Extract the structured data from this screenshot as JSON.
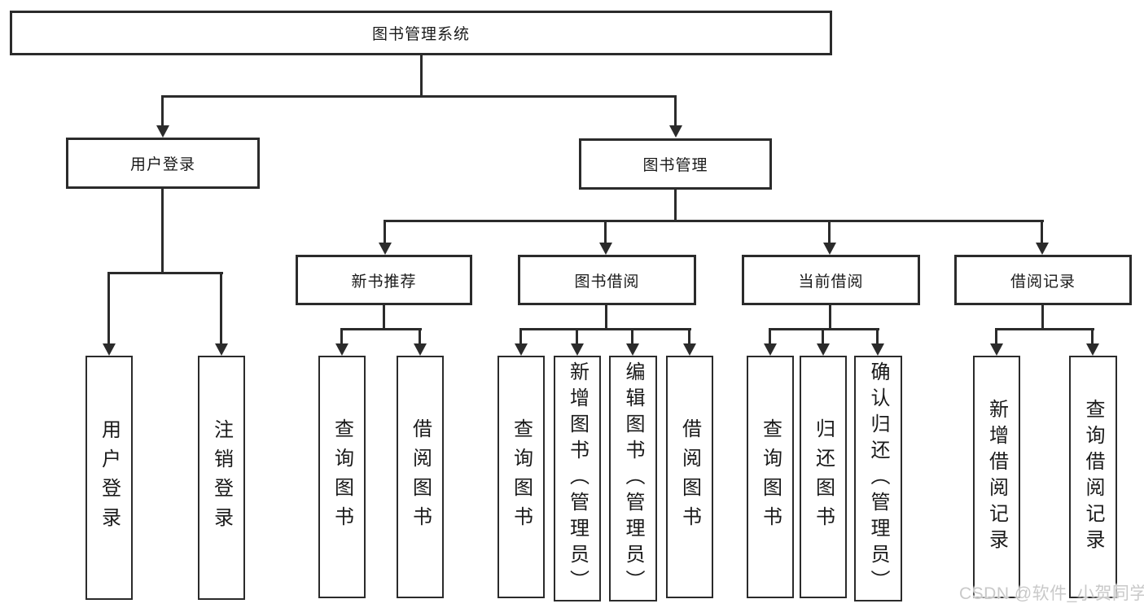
{
  "tree": {
    "root": {
      "label": "图书管理系统"
    },
    "children": [
      {
        "label": "用户登录",
        "children": [
          {
            "label": "用户登录"
          },
          {
            "label": "注销登录"
          }
        ]
      },
      {
        "label": "图书管理",
        "children": [
          {
            "label": "新书推荐",
            "children": [
              {
                "label": "查询图书"
              },
              {
                "label": "借阅图书"
              }
            ]
          },
          {
            "label": "图书借阅",
            "children": [
              {
                "label": "查询图书"
              },
              {
                "label": "新增图书（管理员）"
              },
              {
                "label": "编辑图书（管理员）"
              },
              {
                "label": "借阅图书"
              }
            ]
          },
          {
            "label": "当前借阅",
            "children": [
              {
                "label": "查询图书"
              },
              {
                "label": "归还图书"
              },
              {
                "label": "确认归还（管理员）"
              }
            ]
          },
          {
            "label": "借阅记录",
            "children": [
              {
                "label": "新增借阅记录"
              },
              {
                "label": "查询借阅记录"
              }
            ]
          }
        ]
      }
    ]
  },
  "watermark": {
    "text": "CSDN @软件_小贺同学"
  },
  "colors": {
    "background": "#ffffff",
    "line": "#2b2b2b",
    "box_border": "#2b2b2b",
    "text": "#1a1a1a",
    "watermark_text": "#c9c9c9"
  }
}
